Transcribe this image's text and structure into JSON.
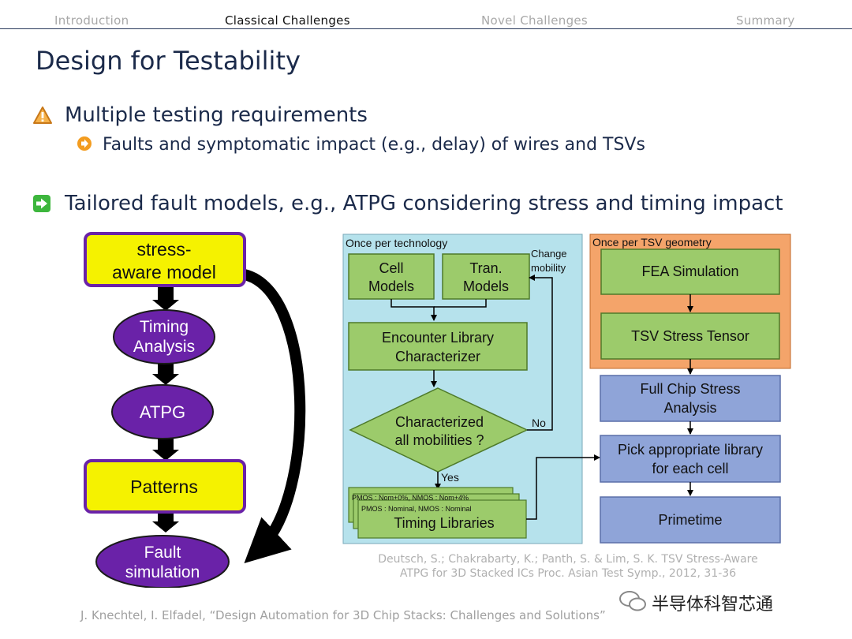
{
  "nav": {
    "tabs": [
      "Introduction",
      "Classical Challenges",
      "Novel Challenges",
      "Summary"
    ],
    "active": "Classical Challenges"
  },
  "slide": {
    "title": "Design for Testability",
    "bullet1": "Multiple testing requirements",
    "sub1": "Faults and symptomatic impact (e.g., delay) of wires and TSVs",
    "bullet2": "Tailored fault models, e.g., ATPG considering stress and timing impact"
  },
  "flow_left": {
    "stress_model": [
      "stress-",
      "aware model"
    ],
    "timing": [
      "Timing",
      "Analysis"
    ],
    "atpg": "ATPG",
    "patterns": "Patterns",
    "fault_sim": [
      "Fault",
      "simulation"
    ]
  },
  "flow_right": {
    "tech_label": "Once per technology",
    "cell_models": [
      "Cell",
      "Models"
    ],
    "tran_models": [
      "Tran.",
      "Models"
    ],
    "change_mobility": [
      "Change",
      "mobility"
    ],
    "encounter": [
      "Encounter Library",
      "Characterizer"
    ],
    "decision": [
      "Characterized",
      "all mobilities ?"
    ],
    "no_label": "No",
    "yes_label": "Yes",
    "lib_line1": "PMOS : Nom+0%, NMOS : Nom+4%",
    "lib_line2": "PMOS : Nominal, NMOS : Nominal",
    "timing_libs": "Timing Libraries",
    "tsv_label": "Once per TSV geometry",
    "fea": "FEA Simulation",
    "tsv_tensor": "TSV Stress Tensor",
    "full_chip": [
      "Full Chip Stress",
      "Analysis"
    ],
    "pick_lib": [
      "Pick appropriate library",
      "for each cell"
    ],
    "primetime": "Primetime"
  },
  "citation": [
    "Deutsch, S.; Chakrabarty, K.; Panth, S. & Lim, S. K. TSV Stress-Aware",
    "ATPG for 3D Stacked ICs Proc. Asian Test Symp., 2012, 31-36"
  ],
  "footer": "J. Knechtel, I. Elfadel, “Design Automation for 3D Chip Stacks: Challenges and Solutions”",
  "watermark": "半导体科智芯通",
  "colors": {
    "title": "#1b2a4a",
    "yellow_box": "#f5f200",
    "purple_ellipse": "#6a22a8",
    "tech_bg": "#b6e2ec",
    "green_box": "#9ccb6b",
    "tsv_bg": "#f4a46a",
    "blue_box": "#8fa4d8"
  }
}
